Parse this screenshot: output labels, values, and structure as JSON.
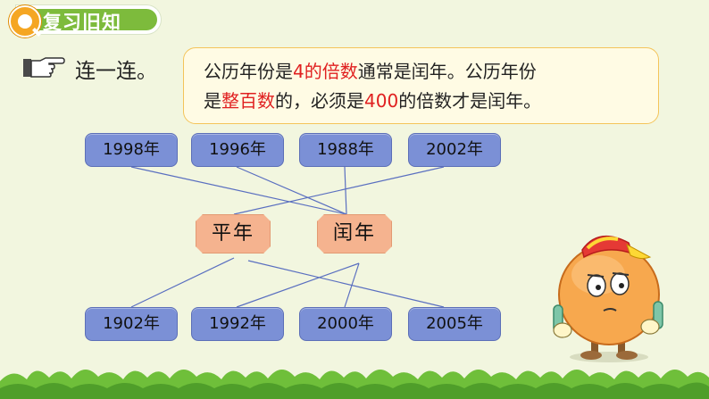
{
  "header": {
    "title": "复习旧知",
    "icon": "search-q-icon"
  },
  "instruction": {
    "text": "连一连。",
    "icon": "pointing-hand-icon"
  },
  "rule": {
    "line1": [
      {
        "text": "公历年份是",
        "red": false
      },
      {
        "text": "4的倍数",
        "red": true
      },
      {
        "text": "通常是闰年。公历年份",
        "red": false
      }
    ],
    "line2": [
      {
        "text": "是",
        "red": false
      },
      {
        "text": "整百数",
        "red": true
      },
      {
        "text": "的，必须是",
        "red": false
      },
      {
        "text": "400",
        "red": true
      },
      {
        "text": "的倍数才是闰年。",
        "red": false
      }
    ]
  },
  "top_years": [
    "1998年",
    "1996年",
    "1988年",
    "2002年"
  ],
  "bottom_years": [
    "1902年",
    "1992年",
    "2000年",
    "2005年"
  ],
  "categories": {
    "common": "平年",
    "leap": "闰年"
  },
  "connections": {
    "top": [
      {
        "year": "1998年",
        "category": "闰年"
      },
      {
        "year": "1996年",
        "category": "闰年"
      },
      {
        "year": "1988年",
        "category": "闰年"
      },
      {
        "year": "2002年",
        "category": "平年"
      }
    ],
    "bottom": [
      {
        "year": "1902年",
        "category": "平年"
      },
      {
        "year": "1992年",
        "category": "闰年"
      },
      {
        "year": "2000年",
        "category": "闰年"
      },
      {
        "year": "2005年",
        "category": "平年"
      }
    ]
  },
  "colors": {
    "accent_green": "#7dbb3c",
    "year_box": "#7b90d6",
    "category_box": "#f5b38f",
    "highlight_red": "#e02020"
  }
}
